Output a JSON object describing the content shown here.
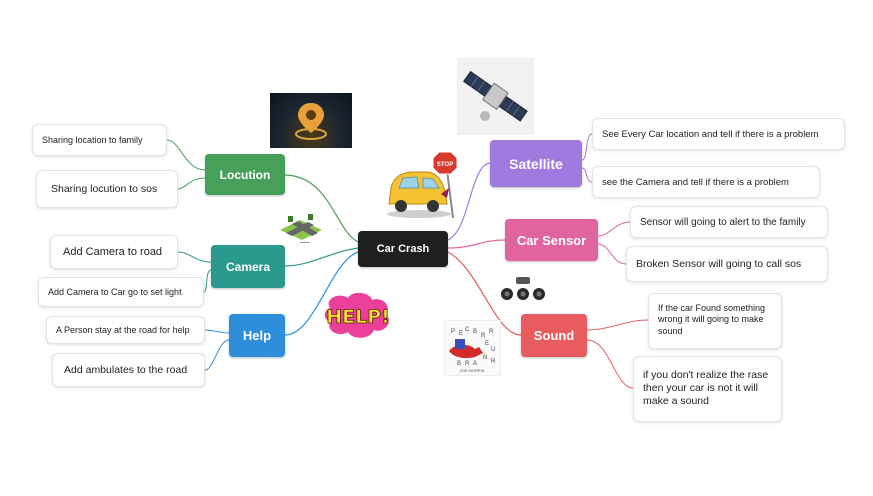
{
  "center": {
    "label": "Car Crash",
    "color": "#1f1f1f"
  },
  "branches": {
    "satellite": {
      "label": "Satellite",
      "color": "#9f7be0",
      "items": [
        "See Every Car location and tell if there is a problem",
        "see the Camera and tell if there is a problem"
      ]
    },
    "sensor": {
      "label": "Car Sensor",
      "color": "#e0649f",
      "items": [
        "Sensor will going to alert to the family",
        "Broken Sensor will going to call sos"
      ]
    },
    "sound": {
      "label": "Sound",
      "color": "#e85b5f",
      "items": [
        "If the car Found something wrong it will going to make sound",
        "if you don't realize the rase then your car is not it will make a sound"
      ]
    },
    "location": {
      "label": "Locution",
      "color": "#46a05a",
      "items": [
        "Sharing location to family",
        "Sharing locution to sos"
      ]
    },
    "camera": {
      "label": "Camera",
      "color": "#2b9a8e",
      "items": [
        "Add Camera to road",
        "Add Camera to Car go to set light"
      ]
    },
    "help": {
      "label": "Help",
      "color": "#2d8fdb",
      "items": [
        "A Person stay at the road for help",
        "Add ambulates to the road"
      ]
    }
  },
  "images": {
    "stop_sign": "STOP",
    "help_sticker": "HELP!",
    "crossword": [
      "B",
      "R",
      "R",
      "E",
      "U",
      "N",
      "C",
      "B",
      "R",
      "A",
      "R",
      "P",
      "E"
    ],
    "crossword_caption": "JOE MORRIS"
  }
}
